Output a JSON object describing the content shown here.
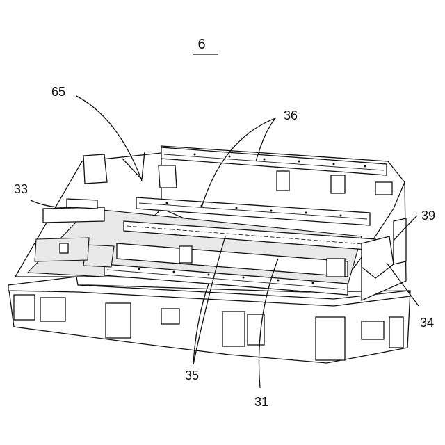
{
  "figure": {
    "number": "6"
  },
  "labels": {
    "l65": "65",
    "l36": "36",
    "l33": "33",
    "l39": "39",
    "l34": "34",
    "l35": "35",
    "l31": "31"
  }
}
